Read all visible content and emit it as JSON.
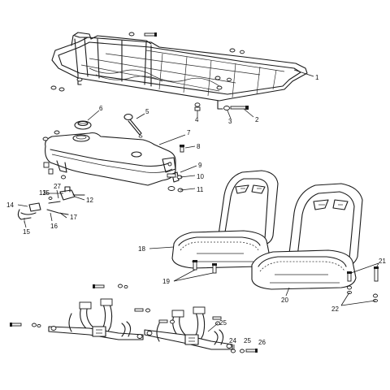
{
  "colors": {
    "line": "#1a1a1a",
    "background": "#ffffff"
  },
  "callouts": [
    {
      "id": "1",
      "label": "1"
    },
    {
      "id": "2",
      "label": "2"
    },
    {
      "id": "3",
      "label": "3"
    },
    {
      "id": "4",
      "label": "4"
    },
    {
      "id": "5",
      "label": "5"
    },
    {
      "id": "6",
      "label": "6"
    },
    {
      "id": "7",
      "label": "7"
    },
    {
      "id": "8",
      "label": "8"
    },
    {
      "id": "9",
      "label": "9"
    },
    {
      "id": "10",
      "label": "10"
    },
    {
      "id": "11",
      "label": "11"
    },
    {
      "id": "12",
      "label": "12"
    },
    {
      "id": "13",
      "label": "13"
    },
    {
      "id": "14",
      "label": "14"
    },
    {
      "id": "15a",
      "label": "15"
    },
    {
      "id": "15b",
      "label": "15"
    },
    {
      "id": "16",
      "label": "16"
    },
    {
      "id": "17",
      "label": "17"
    },
    {
      "id": "18",
      "label": "18"
    },
    {
      "id": "19",
      "label": "19"
    },
    {
      "id": "20",
      "label": "20"
    },
    {
      "id": "21",
      "label": "21"
    },
    {
      "id": "22",
      "label": "22"
    },
    {
      "id": "24",
      "label": "24"
    },
    {
      "id": "25a",
      "label": "25"
    },
    {
      "id": "25b",
      "label": "25"
    },
    {
      "id": "26",
      "label": "26"
    },
    {
      "id": "27",
      "label": "27"
    }
  ]
}
